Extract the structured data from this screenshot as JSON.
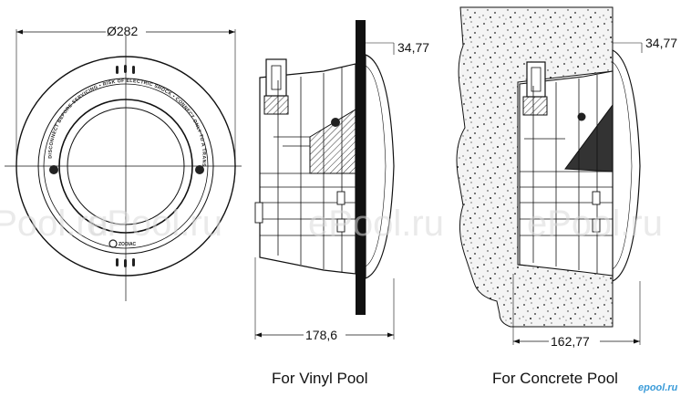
{
  "front_view": {
    "diameter_label": "Ø282",
    "rim_text": "DISCONNECT BEFORE SERVICING • RISK OF ELECTRIC SHOCK • CONNECT ONLY TO A TRANSFORMER",
    "logo_text": "ZODIAC"
  },
  "vinyl_view": {
    "depth_label": "34,77",
    "width_label": "178,6",
    "caption": "For Vinyl Pool"
  },
  "concrete_view": {
    "depth_label": "34,77",
    "width_label": "162,77",
    "caption": "For Concrete Pool"
  },
  "watermark": {
    "text_1": "ePool.ru",
    "text_2": "ePool.ru",
    "text_3": "ePool.ru",
    "text_4": "ePool.ru",
    "corner_logo": "epool.ru"
  },
  "colors": {
    "line": "#111111",
    "hatch": "#333333",
    "concrete_fill": "#f4f4f4",
    "watermark": "#d9d9d9",
    "brand": "#3a9bd8"
  }
}
